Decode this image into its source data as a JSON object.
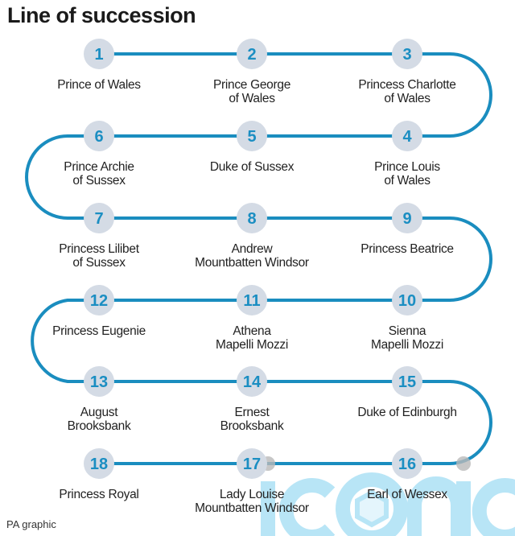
{
  "title": "Line of succession",
  "credit": "PA graphic",
  "watermark": "iconic",
  "colors": {
    "line": "#1a8dbf",
    "circle": "#d4dbe5",
    "number": "#1b8ec2"
  },
  "people": [
    {
      "n": "1",
      "lines": [
        "Prince of Wales"
      ]
    },
    {
      "n": "2",
      "lines": [
        "Prince George",
        "of Wales"
      ]
    },
    {
      "n": "3",
      "lines": [
        "Princess Charlotte",
        "of Wales"
      ]
    },
    {
      "n": "4",
      "lines": [
        "Prince Louis",
        "of Wales"
      ]
    },
    {
      "n": "5",
      "lines": [
        "Duke of Sussex"
      ]
    },
    {
      "n": "6",
      "lines": [
        "Prince Archie",
        "of Sussex"
      ]
    },
    {
      "n": "7",
      "lines": [
        "Princess Lilibet",
        "of Sussex"
      ]
    },
    {
      "n": "8",
      "lines": [
        "Andrew",
        "Mountbatten Windsor"
      ]
    },
    {
      "n": "9",
      "lines": [
        "Princess Beatrice"
      ]
    },
    {
      "n": "10",
      "lines": [
        "Sienna",
        "Mapelli Mozzi"
      ]
    },
    {
      "n": "11",
      "lines": [
        "Athena",
        "Mapelli Mozzi"
      ]
    },
    {
      "n": "12",
      "lines": [
        "Princess Eugenie"
      ]
    },
    {
      "n": "13",
      "lines": [
        "August",
        "Brooksbank"
      ]
    },
    {
      "n": "14",
      "lines": [
        "Ernest",
        "Brooksbank"
      ]
    },
    {
      "n": "15",
      "lines": [
        "Duke of Edinburgh"
      ]
    },
    {
      "n": "16",
      "lines": [
        "Earl of Wessex"
      ]
    },
    {
      "n": "17",
      "lines": [
        "Lady Louise",
        "Mountbatten Windsor"
      ]
    },
    {
      "n": "18",
      "lines": [
        "Princess Royal"
      ]
    }
  ]
}
